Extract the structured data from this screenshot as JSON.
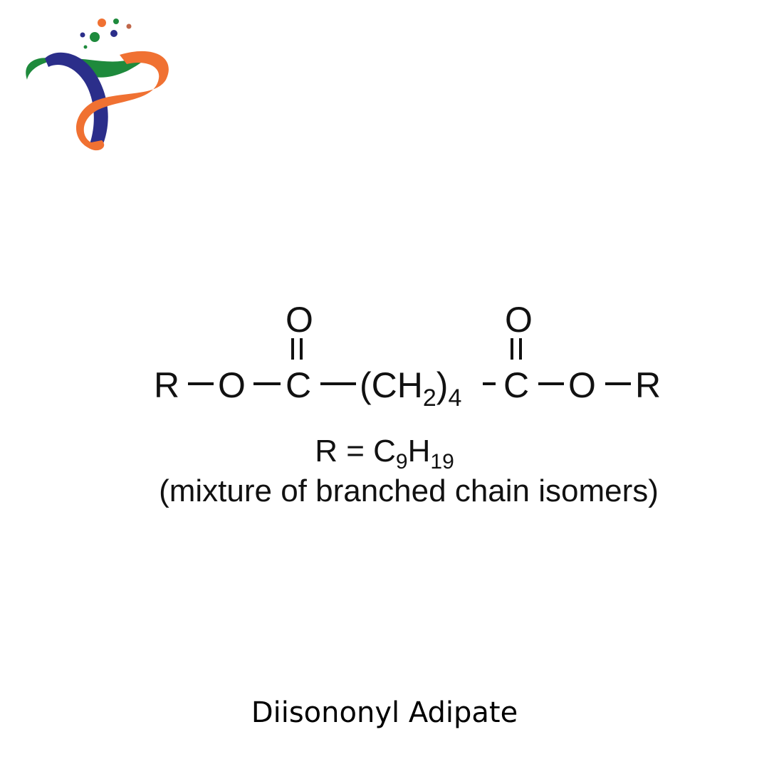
{
  "logo": {
    "icon": "infinity-ribbon-logo-icon",
    "colors": {
      "green": "#1e8a3c",
      "blue": "#2b2e8a",
      "orange": "#f07132"
    }
  },
  "structure": {
    "left_R": "R",
    "left_O": "O",
    "left_C": "C",
    "left_carbonyl_O": "O",
    "chain_open": "(CH",
    "chain_sub1": "2",
    "chain_close": ")",
    "chain_sub2": "4",
    "right_C": "C",
    "right_carbonyl_O": "O",
    "right_O": "O",
    "right_R": "R"
  },
  "r_definition": {
    "prefix": "R = C",
    "c_sub": "9",
    "h": "H",
    "h_sub": "19"
  },
  "note": "(mixture of branched chain isomers)",
  "compound_name": "Diisononyl Adipate"
}
